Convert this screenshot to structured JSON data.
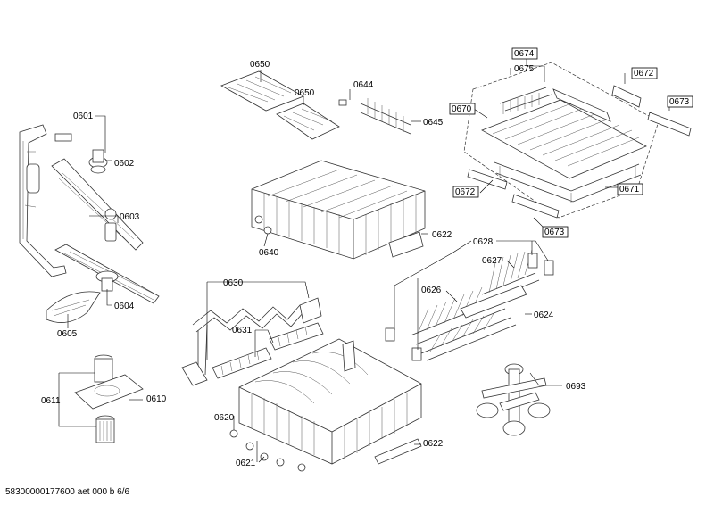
{
  "footer": "58300000177600 aet 000 b 6/6",
  "labels": {
    "l0601": "0601",
    "l0602": "0602",
    "l0603": "0603",
    "l0604": "0604",
    "l0605": "0605",
    "l0610": "0610",
    "l0611": "0611",
    "l0620": "0620",
    "l0621": "0621",
    "l0622a": "0622",
    "l0622b": "0622",
    "l0624": "0624",
    "l0626": "0626",
    "l0627": "0627",
    "l0628": "0628",
    "l0630": "0630",
    "l0631": "0631",
    "l0640": "0640",
    "l0644": "0644",
    "l0645": "0645",
    "l0650a": "0650",
    "l0650b": "0650",
    "l0670": "0670",
    "l0671": "0671",
    "l0672a": "0672",
    "l0672b": "0672",
    "l0673a": "0673",
    "l0673b": "0673",
    "l0674": "0674",
    "l0675": "0675",
    "l0693": "0693"
  }
}
